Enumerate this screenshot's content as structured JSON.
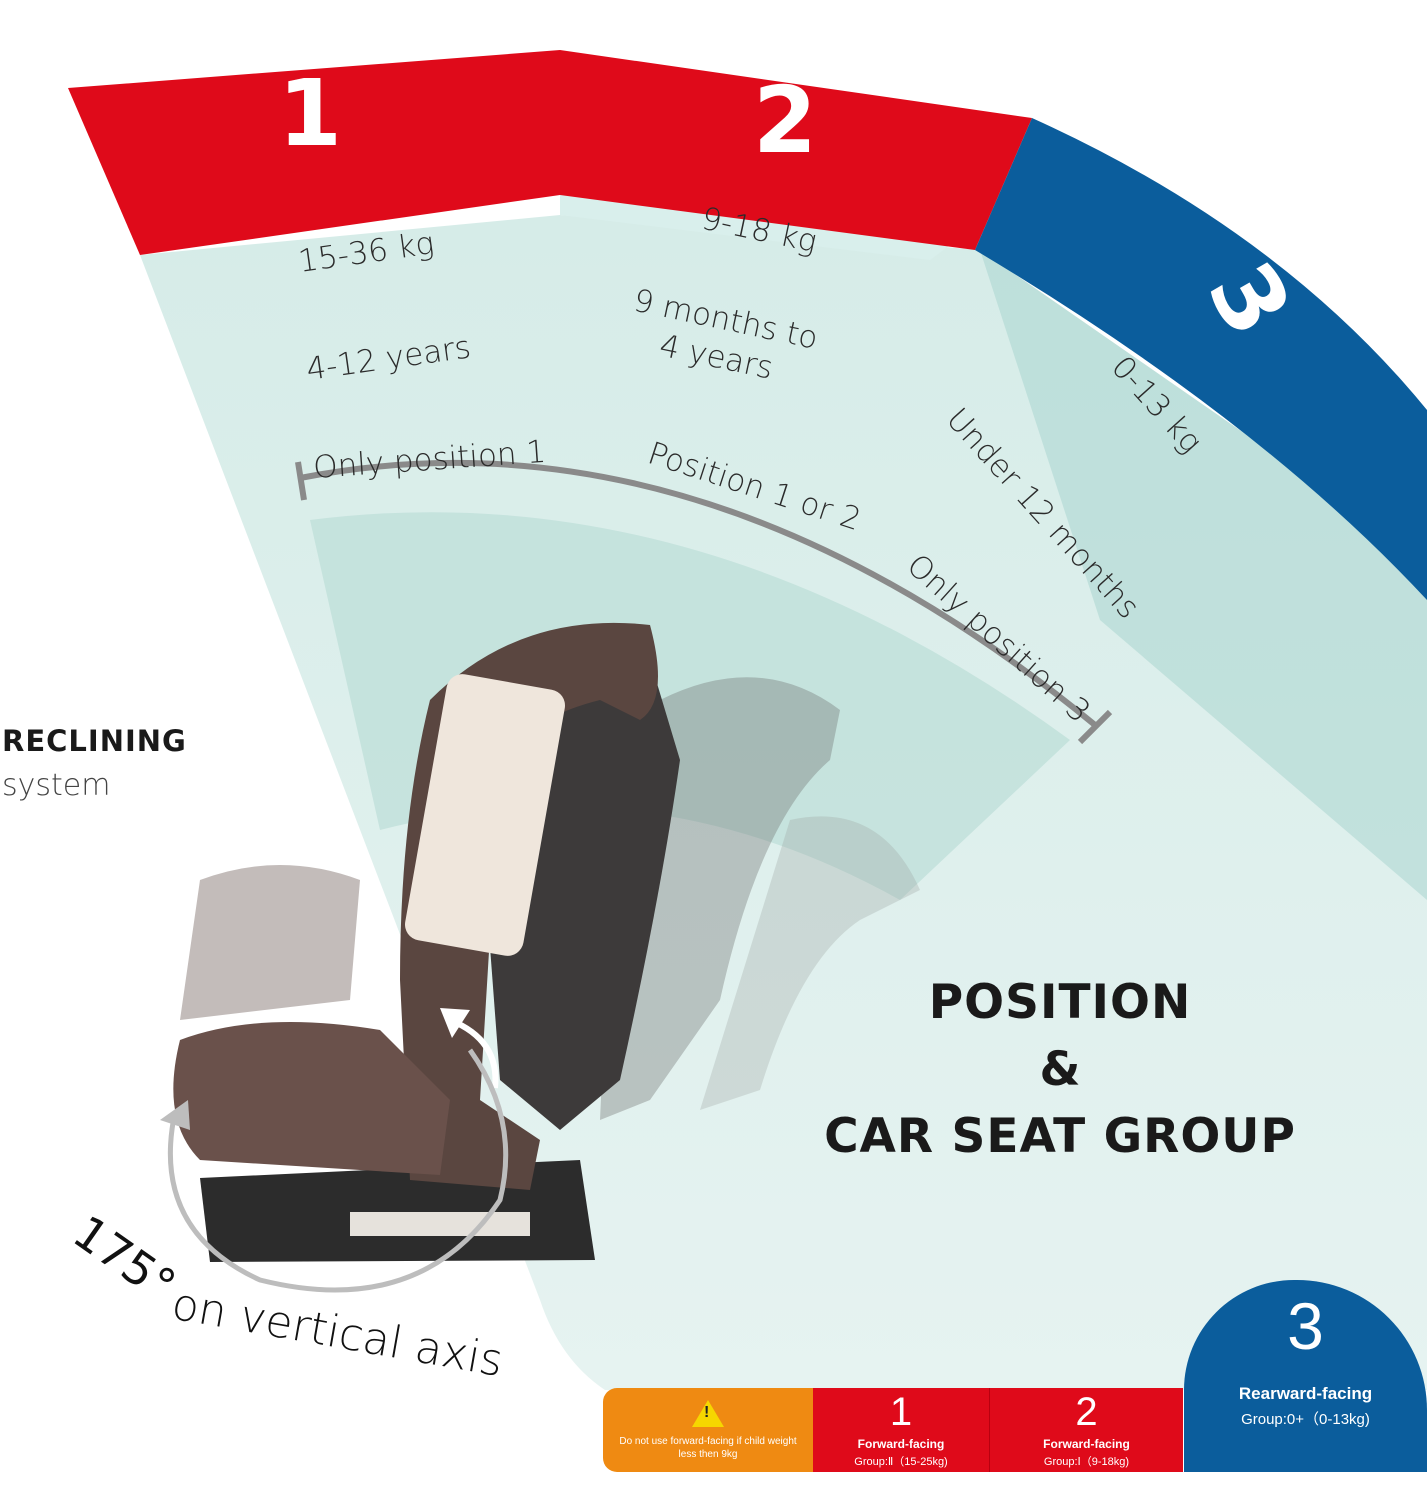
{
  "bands": {
    "band1": {
      "number": "1",
      "weight": "15-36 kg",
      "age": "4-12 years"
    },
    "band2": {
      "number": "2",
      "weight": "9-18 kg",
      "age_line1": "9 months to",
      "age_line2": "4 years"
    },
    "band3": {
      "number": "3",
      "weight": "0-13 kg",
      "age": "Under 12 months"
    }
  },
  "arc_labels": {
    "only_position_1": "Only position 1",
    "position_1_or_2": "Position 1 or 2",
    "only_position_3": "Only position 3"
  },
  "reclining": {
    "title": "RECLINING",
    "subtitle": "system"
  },
  "rotation": {
    "degrees": "175°",
    "text": "on vertical axis"
  },
  "headline": {
    "line1": "POSITION",
    "line2": "&",
    "line3": "CAR SEAT GROUP"
  },
  "legend": {
    "warning": "Do not use forward-facing if child weight less then 9kg",
    "item1": {
      "number": "1",
      "label": "Forward-facing",
      "group": "Group:Ⅱ（15-25kg)"
    },
    "item2": {
      "number": "2",
      "label": "Forward-facing",
      "group": "Group:Ⅰ（9-18kg)"
    },
    "item3": {
      "number": "3",
      "label": "Rearward-facing",
      "group": "Group:0+（0-13kg)"
    }
  },
  "colors": {
    "red": "#df0a1a",
    "blue": "#0b5d9c",
    "orange": "#ef8a12",
    "mint": "#cde8e3"
  }
}
